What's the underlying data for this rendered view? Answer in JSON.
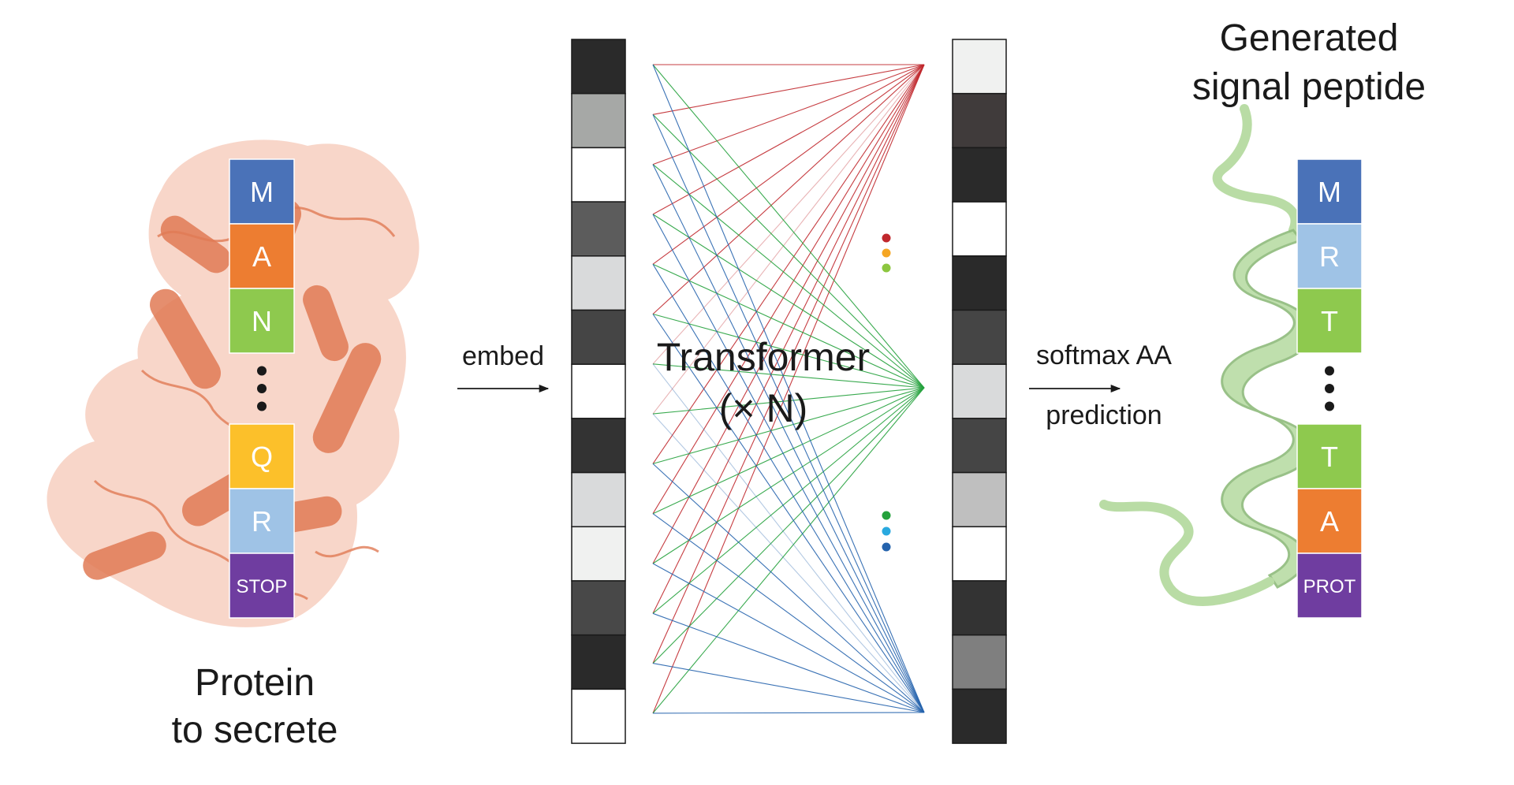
{
  "input_protein": {
    "label_line1": "Protein",
    "label_line2": "to secrete",
    "colors": {
      "structure": "#e07a55",
      "surface": "#f3b49c"
    },
    "tokens": [
      {
        "letter": "M",
        "color": "#4a72b8"
      },
      {
        "letter": "A",
        "color": "#ed7d31"
      },
      {
        "letter": "N",
        "color": "#8ec94e"
      },
      {
        "letter": "Q",
        "color": "#fcc02a"
      },
      {
        "letter": "R",
        "color": "#9fc3e6"
      },
      {
        "letter": "STOP",
        "color": "#6f3da0"
      }
    ]
  },
  "embed_label": "embed",
  "transformer": {
    "label_line1": "Transformer",
    "label_line2": "(× N)",
    "colors": {
      "red": "#c0282d",
      "green": "#24a13c",
      "blue": "#2563ad",
      "orange": "#f5a623",
      "lightgreen": "#8cc63f",
      "cyan": "#29a9df"
    }
  },
  "input_embedding_shades": [
    "#2a2a2a",
    "#a6a8a6",
    "#ffffff",
    "#5c5c5c",
    "#d9dadb",
    "#454545",
    "#ffffff",
    "#333333",
    "#d9dadb",
    "#f0f1f0",
    "#484848",
    "#2a2a2a",
    "#ffffff"
  ],
  "output_embedding_shades": [
    "#f0f1f0",
    "#403b3b",
    "#2a2a2a",
    "#ffffff",
    "#2a2a2a",
    "#454545",
    "#d9dadb",
    "#454545",
    "#bfbfbf",
    "#ffffff",
    "#333333",
    "#7f7f7f",
    "#2a2a2a"
  ],
  "softmax_label_line1": "softmax AA",
  "softmax_label_line2": "prediction",
  "output_peptide": {
    "title_line1": "Generated",
    "title_line2": "signal peptide",
    "colors": {
      "helix": "#b9dca5",
      "helix_edge": "#8fbb7c"
    },
    "tokens": [
      {
        "letter": "M",
        "color": "#4a72b8"
      },
      {
        "letter": "R",
        "color": "#9fc3e6"
      },
      {
        "letter": "T",
        "color": "#8ec94e"
      },
      {
        "letter": "T",
        "color": "#8ec94e"
      },
      {
        "letter": "A",
        "color": "#ed7d31"
      },
      {
        "letter": "PROT",
        "color": "#6f3da0"
      }
    ]
  }
}
